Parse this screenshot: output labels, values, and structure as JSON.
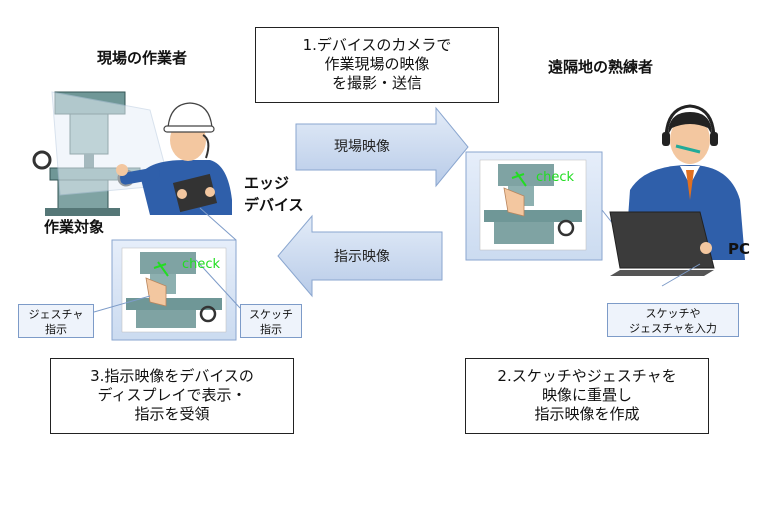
{
  "steps": {
    "step1": [
      "1.デバイスのカメラで",
      "作業現場の映像",
      "を撮影・送信"
    ],
    "step2": [
      "2.スケッチやジェスチャを",
      "映像に重畳し",
      "指示映像を作成"
    ],
    "step3": [
      "3.指示映像をデバイスの",
      "ディスプレイで表示・",
      "指示を受領"
    ]
  },
  "labels": {
    "site_worker": "現場の作業者",
    "remote_expert": "遠隔地の熟練者",
    "work_target": "作業対象",
    "edge_device": [
      "エッジ",
      "デバイス"
    ],
    "pc": "PC"
  },
  "arrows": {
    "site_video": "現場映像",
    "instruction_video": "指示映像"
  },
  "callouts": {
    "gesture": [
      "ジェスチャ",
      "指示"
    ],
    "sketch": [
      "スケッチ",
      "指示"
    ],
    "input": [
      "スケッチや",
      "ジェスチャを入力"
    ]
  },
  "overlay_text": "check",
  "colors": {
    "arrow_fill": "#c7d7ee",
    "panel_bg": "#dbe6f6",
    "machine": "#7fa3a3",
    "suit": "#2f5faa"
  }
}
